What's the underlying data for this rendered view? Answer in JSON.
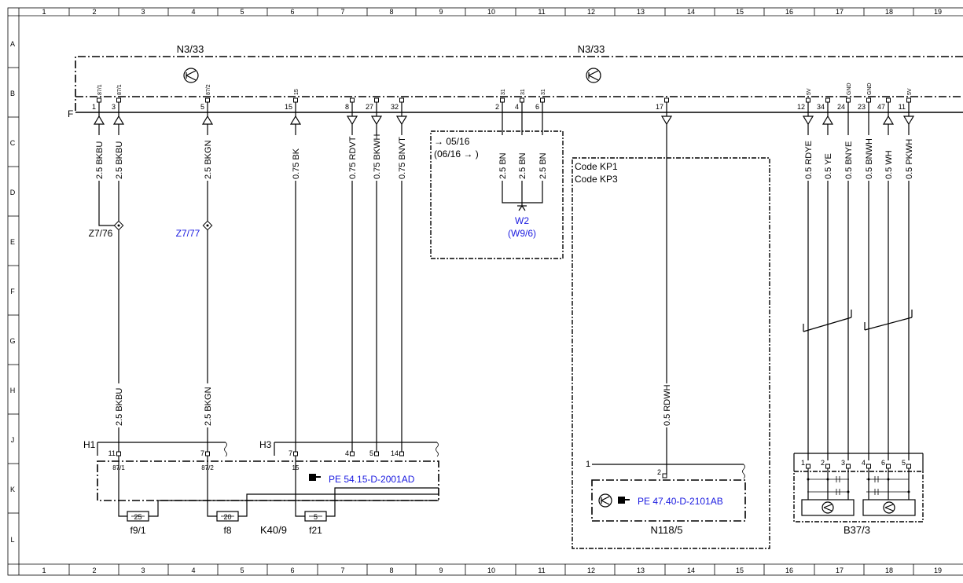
{
  "grid": {
    "columns": [
      "1",
      "2",
      "3",
      "4",
      "5",
      "6",
      "7",
      "8",
      "9",
      "10",
      "11",
      "12",
      "13",
      "14",
      "15",
      "16",
      "17",
      "18",
      "19"
    ],
    "rows": [
      "A",
      "B",
      "C",
      "D",
      "E",
      "F",
      "G",
      "H",
      "J",
      "K",
      "L"
    ]
  },
  "modules": {
    "n3_left": "N3/33",
    "n3_right": "N3/33",
    "bus_label": "F"
  },
  "pins_top": [
    {
      "num": "1",
      "term": "87/1"
    },
    {
      "num": "3",
      "term": "87/1"
    },
    {
      "num": "5",
      "term": "87/2"
    },
    {
      "num": "15",
      "term": "15"
    },
    {
      "num": "8",
      "term": ""
    },
    {
      "num": "27",
      "term": ""
    },
    {
      "num": "32",
      "term": ""
    },
    {
      "num": "2",
      "term": "31"
    },
    {
      "num": "4",
      "term": "31"
    },
    {
      "num": "6",
      "term": "31"
    },
    {
      "num": "17",
      "term": ""
    },
    {
      "num": "12",
      "term": "5V"
    },
    {
      "num": "34",
      "term": ""
    },
    {
      "num": "24",
      "term": "GND"
    },
    {
      "num": "23",
      "term": "GND"
    },
    {
      "num": "47",
      "term": ""
    },
    {
      "num": "11",
      "term": "5V"
    }
  ],
  "wires_upper": [
    "2.5 BKBU",
    "2.5 BKBU",
    "2.5 BKGN",
    "0.75 BK",
    "0.75 RDVT",
    "0.75 BKWH",
    "0.75 BNVT",
    "2.5 BN",
    "2.5 BN",
    "2.5 BN",
    "0.5 RDYE",
    "0.5 YE",
    "0.5 BNYE",
    "0.5 BNWH",
    "0.5 WH",
    "0.5 PKWH"
  ],
  "wires_lower": [
    "2.5 BKBU",
    "2.5 BKGN",
    "0.5 RDWH"
  ],
  "version_box": {
    "line1": "→ 05/16",
    "line2": "(06/16  → )",
    "ground": "W2",
    "ground_alt": "(W9/6)"
  },
  "code_box": {
    "line1": "Code KP1",
    "line2": "Code KP3",
    "module": "N118/5",
    "ref": "PE 47.40-D-2101AB",
    "pin_top": "1",
    "pin": "2"
  },
  "splices": {
    "left": "Z7/76",
    "right": "Z7/77"
  },
  "connectors": {
    "h1": "H1",
    "h3": "H3"
  },
  "h1_pins": [
    {
      "num": "11",
      "term": "87/1"
    },
    {
      "num": "7",
      "term": "87/2"
    }
  ],
  "h3_pins": [
    {
      "num": "7",
      "term": "15"
    },
    {
      "num": "4",
      "term": ""
    },
    {
      "num": "5",
      "term": ""
    },
    {
      "num": "14",
      "term": ""
    }
  ],
  "k40": {
    "module": "K40/9",
    "ref": "PE 54.15-D-2001AD"
  },
  "fuses": [
    {
      "value": "25",
      "label": "f9/1"
    },
    {
      "value": "20",
      "label": "f8"
    },
    {
      "value": "5",
      "label": "f21"
    }
  ],
  "sensor": {
    "module": "B37/3",
    "pins": [
      "1",
      "2",
      "3",
      "4",
      "6",
      "5"
    ]
  }
}
